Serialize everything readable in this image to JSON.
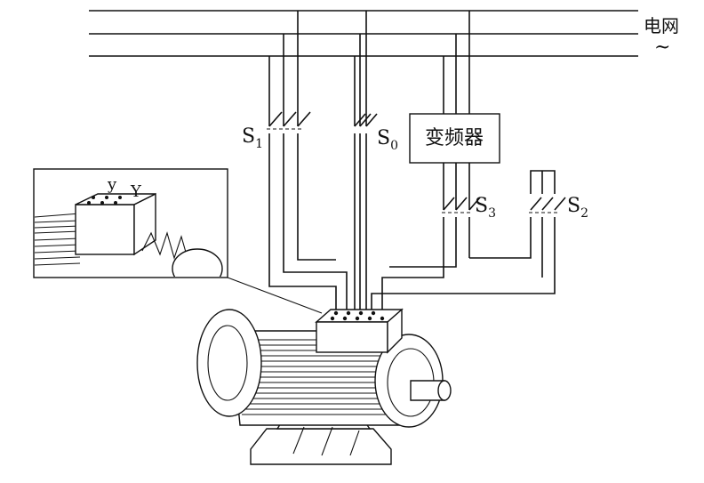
{
  "grid": {
    "label": "电网",
    "symbol": "~"
  },
  "switches": {
    "s1": {
      "letter": "S",
      "sub": "1"
    },
    "s0": {
      "letter": "S",
      "sub": "0"
    },
    "s3": {
      "letter": "S",
      "sub": "3"
    },
    "s2": {
      "letter": "S",
      "sub": "2"
    }
  },
  "inverter": {
    "label": "变频器"
  },
  "inset": {
    "label_lower": "y",
    "label_upper": "Y"
  },
  "colors": {
    "line": "#111111",
    "background": "#ffffff"
  }
}
